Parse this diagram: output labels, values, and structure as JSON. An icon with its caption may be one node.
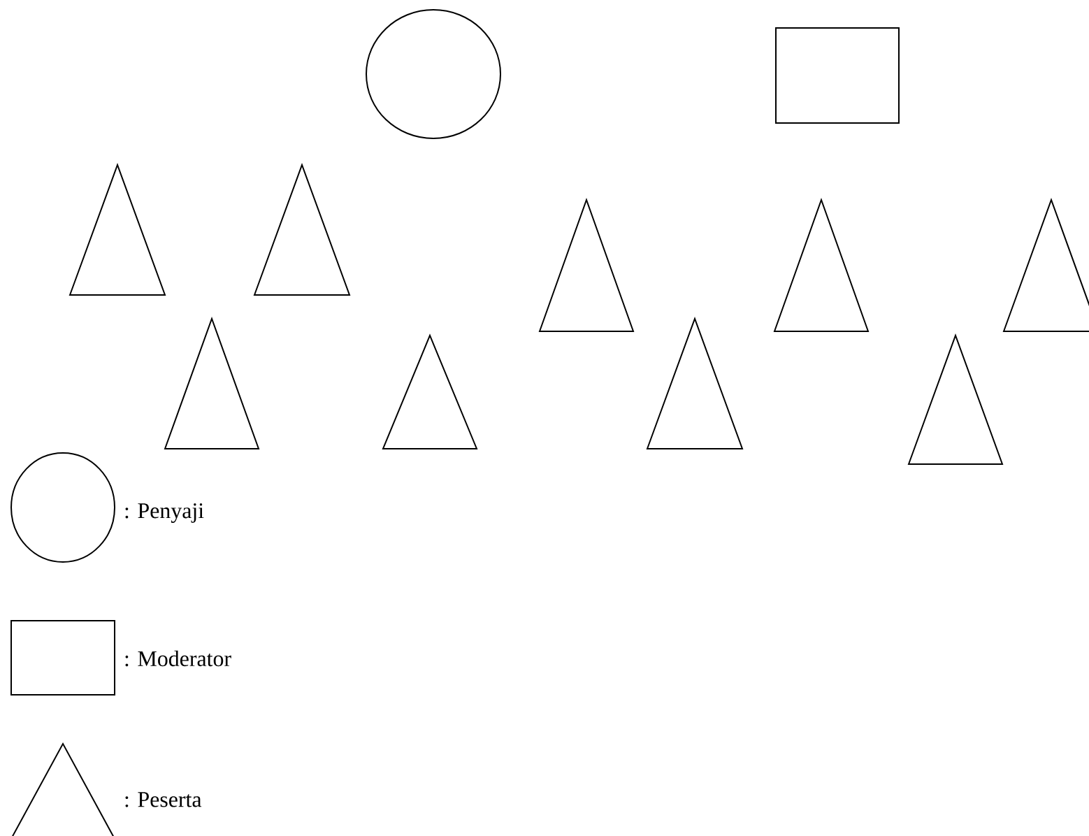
{
  "diagram": {
    "nodes": [
      {
        "text": [],
        "shape": "circle"
      },
      {
        "text": [],
        "shape": "box"
      },
      {
        "text": [],
        "shape": "triangle"
      },
      {
        "text": [],
        "shape": "triangle"
      },
      {
        "text": [],
        "shape": "triangle"
      },
      {
        "text": [],
        "shape": "triangle"
      },
      {
        "text": [],
        "shape": "triangle"
      },
      {
        "text": [],
        "shape": "triangle"
      },
      {
        "text": [],
        "shape": "triangle"
      },
      {
        "text": [],
        "shape": "triangle"
      },
      {
        "text": [],
        "shape": "triangle"
      }
    ],
    "legend": [
      {
        "text": ": Penyaji"
      },
      {
        "text": ": Moderator"
      },
      {
        "text": ": Peserta"
      }
    ]
  }
}
